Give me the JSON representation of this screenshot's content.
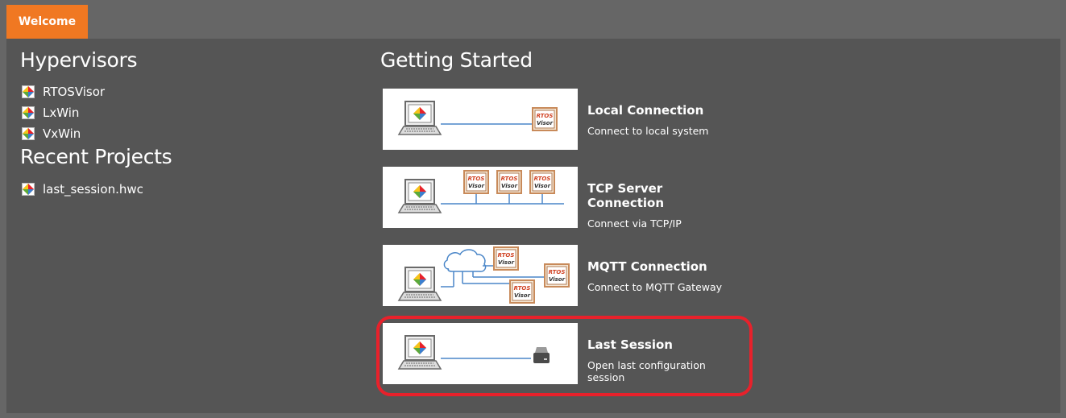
{
  "tab": {
    "label": "Welcome"
  },
  "left": {
    "hypervisors_title": "Hypervisors",
    "hypervisors": [
      {
        "label": "RTOSVisor"
      },
      {
        "label": "LxWin"
      },
      {
        "label": "VxWin"
      }
    ],
    "recent_title": "Recent Projects",
    "recent": [
      {
        "label": "last_session.hwc"
      }
    ]
  },
  "right": {
    "title": "Getting Started",
    "cards": [
      {
        "title": "Local Connection",
        "subtitle": "Connect to local system"
      },
      {
        "title": "TCP Server Connection",
        "subtitle": "Connect via TCP/IP"
      },
      {
        "title": "MQTT Connection",
        "subtitle": "Connect to MQTT Gateway"
      },
      {
        "title": "Last Session",
        "subtitle": "Open last configuration session"
      }
    ],
    "box_label_top": "RTOS",
    "box_label_bottom": "Visor"
  },
  "colors": {
    "accent": "#f07822",
    "highlight": "#e8212b",
    "line": "#4a86c8"
  }
}
